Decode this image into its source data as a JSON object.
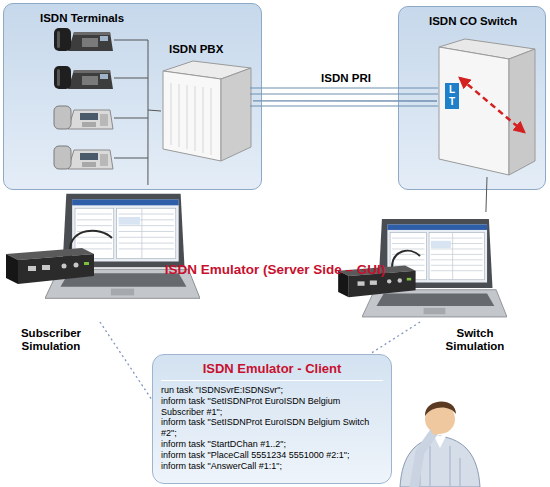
{
  "diagram": {
    "nodes": [
      {
        "text": [
          "ISDN Terminals"
        ]
      },
      {
        "text": [
          "ISDN PBX"
        ],
        "in": 0
      },
      {
        "text": [
          "ISDN CO Switch"
        ]
      },
      {
        "text": [
          "L T"
        ],
        "in": 2
      },
      {
        "text": [
          "Subscriber Simulation"
        ]
      },
      {
        "text": [
          "Switch Simulation"
        ]
      },
      {
        "text": [
          "ISDN Emulator - Client",
          "run task \"ISDNSvrE:ISDNSvr\";",
          "inform task \"SetISDNProt EuroISDN Belgium Subscriber #1\";",
          "inform task \"SetISDNProt EuroISDN Belgium Switch #2\";",
          "inform task \"StartDChan #1..2\";",
          "inform task \"PlaceCall 5551234 5551000 #2:1\";",
          "inform task \"AnswerCall #1:1\";"
        ]
      }
    ],
    "edges": [
      {
        "from": 1,
        "to": 3,
        "label": "ISDN PRI",
        "arrow": "none"
      },
      {
        "from": 4,
        "to": 1,
        "arrow": "none"
      },
      {
        "from": 3,
        "to": 5,
        "arrow": "none"
      },
      {
        "from": 4,
        "to": 6,
        "arrow": "none"
      },
      {
        "from": 5,
        "to": 6,
        "arrow": "none"
      }
    ],
    "labels": [
      "ISDN Emulator (Server Side – GUI)"
    ]
  }
}
